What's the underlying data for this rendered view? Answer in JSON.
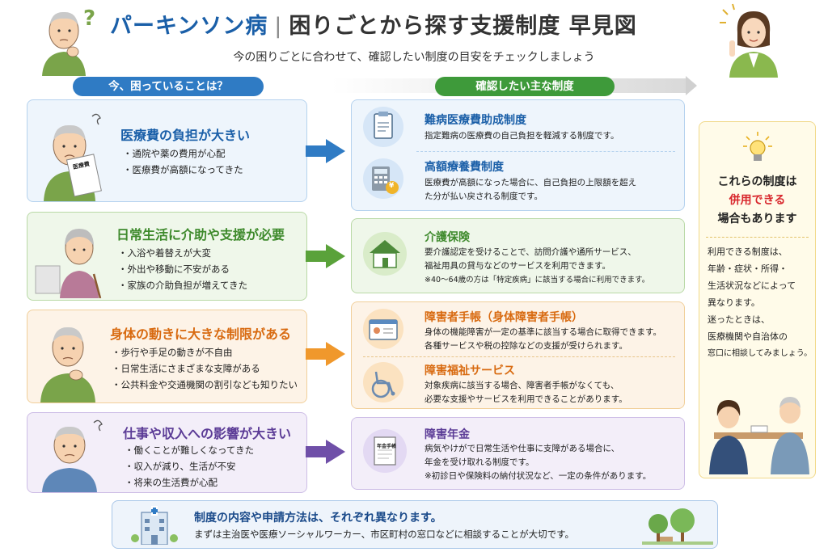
{
  "title": {
    "part1": "パーキンソン病",
    "separator": "|",
    "part2": "困りごとから探す支援制度 早見図"
  },
  "subtitle": "今の困りごとに合わせて、確認したい制度の目安をチェックしましょう",
  "left_header": "今、困っていることは？",
  "right_header": "確認したい主な制度",
  "problems": [
    {
      "heading": "医療費の負担が大きい",
      "items": [
        "通院や薬の費用が心配",
        "医療費が高額になってきた"
      ],
      "paper_label": "医療費",
      "color": "#1a5fa8"
    },
    {
      "heading": "日常生活に介助や支援が必要",
      "items": [
        "入浴や着替えが大変",
        "外出や移動に不安がある",
        "家族の介助負担が増えてきた"
      ],
      "color": "#3e8a2c"
    },
    {
      "heading": "身体の動きに大きな制限がある",
      "items": [
        "歩行や手足の動きが不自由",
        "日常生活にさまざまな支障がある",
        "公共料金や交通機関の割引なども知りたい"
      ],
      "color": "#d86a10"
    },
    {
      "heading": "仕事や収入への影響が大きい",
      "items": [
        "働くことが難しくなってきた",
        "収入が減り、生活が不安",
        "将来の生活費が心配"
      ],
      "color": "#5b3b96"
    }
  ],
  "systems": [
    {
      "title": "難病医療費助成制度",
      "desc": [
        "指定難病の医療費の自己負担を軽減する制度です。"
      ],
      "color": "#1a5fa8",
      "icon": "clipboard-icon"
    },
    {
      "title": "高額療養費制度",
      "desc": [
        "医療費が高額になった場合に、自己負担の上限額を超え",
        "た分が払い戻される制度です。"
      ],
      "color": "#1a5fa8",
      "icon": "calculator-icon",
      "yen": "¥"
    },
    {
      "title": "介護保険",
      "desc": [
        "要介護認定を受けることで、訪問介護や通所サービス、",
        "福祉用具の貸与などのサービスを利用できます。",
        "※40〜64歳の方は「特定疾病」に該当する場合に利用できます。"
      ],
      "color": "#3e8a2c",
      "icon": "house-icon"
    },
    {
      "title": "障害者手帳（身体障害者手帳）",
      "desc": [
        "身体の機能障害が一定の基準に該当する場合に取得できます。",
        "各種サービスや税の控除などの支援が受けられます。"
      ],
      "color": "#d86a10",
      "icon": "id-card-icon"
    },
    {
      "title": "障害福祉サービス",
      "desc": [
        "対象疾病に該当する場合、障害者手帳がなくても、",
        "必要な支援やサービスを利用できることがあります。"
      ],
      "color": "#d86a10",
      "icon": "wheelchair-icon"
    },
    {
      "title": "障害年金",
      "desc": [
        "病気やけがで日常生活や仕事に支障がある場合に、",
        "年金を受け取れる制度です。",
        "※初診日や保険料の納付状況など、一定の条件があります。"
      ],
      "color": "#5b3b96",
      "icon": "pension-document-icon",
      "doc_label": "年金手帳"
    }
  ],
  "side": {
    "heading_lines": [
      "これらの制度は",
      "併用できる",
      "場合もあります"
    ],
    "highlight_color": "#d8262c",
    "body_lines": [
      "利用できる制度は、",
      "年齢・症状・所得・",
      "生活状況などによって",
      "異なります。",
      "迷ったときは、",
      "医療機関や自治体の",
      "窓口に相談してみましょう。"
    ]
  },
  "bottom": {
    "line1": "制度の内容や申請方法は、それぞれ異なります。",
    "line2": "まずは主治医や医療ソーシャルワーカー、市区町村の窓口などに相談することが大切です。"
  },
  "question_mark": "?"
}
